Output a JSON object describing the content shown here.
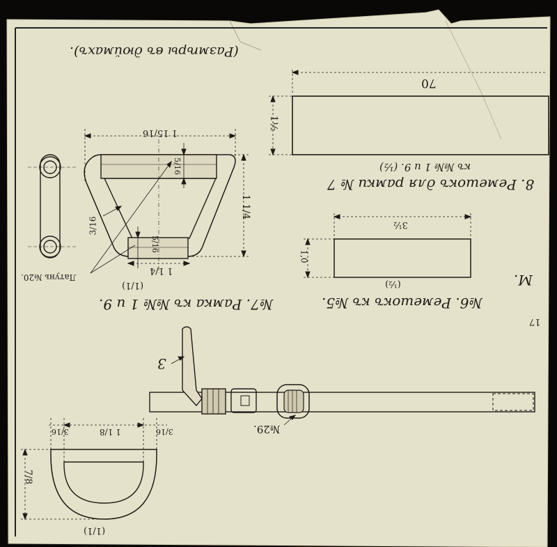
{
  "page_note": "(Размѣры въ дюймахъ).",
  "item6": {
    "title": "№6. Ремешокъ къ №5.",
    "scale": "(½)",
    "width": "3½",
    "height": "1,0"
  },
  "item7": {
    "title": "№7. Рамка къ №№ 1 и 9.",
    "scale": "(1/1)",
    "top_width": "1 15/16",
    "top_bar": "5/16",
    "height": "1 1/4",
    "bottom_bar": "5/16",
    "bottom_width": "1 1/4",
    "side": "3/16",
    "note": "Латунь №20."
  },
  "item8": {
    "title": "8. Ремешокъ для рамки № 7",
    "subtitle": "къ №№ 1 и 9. (½)",
    "width": "70",
    "height": "1½"
  },
  "item29": {
    "label": "№29.",
    "callout": "3"
  },
  "d_ring": {
    "left": "3/16",
    "mid": "1 1/8",
    "right": "3/16",
    "height": "7/8",
    "scale": "(1/1)"
  },
  "edge_fragments": {
    "right_mid": "М.",
    "right_num": "17"
  }
}
